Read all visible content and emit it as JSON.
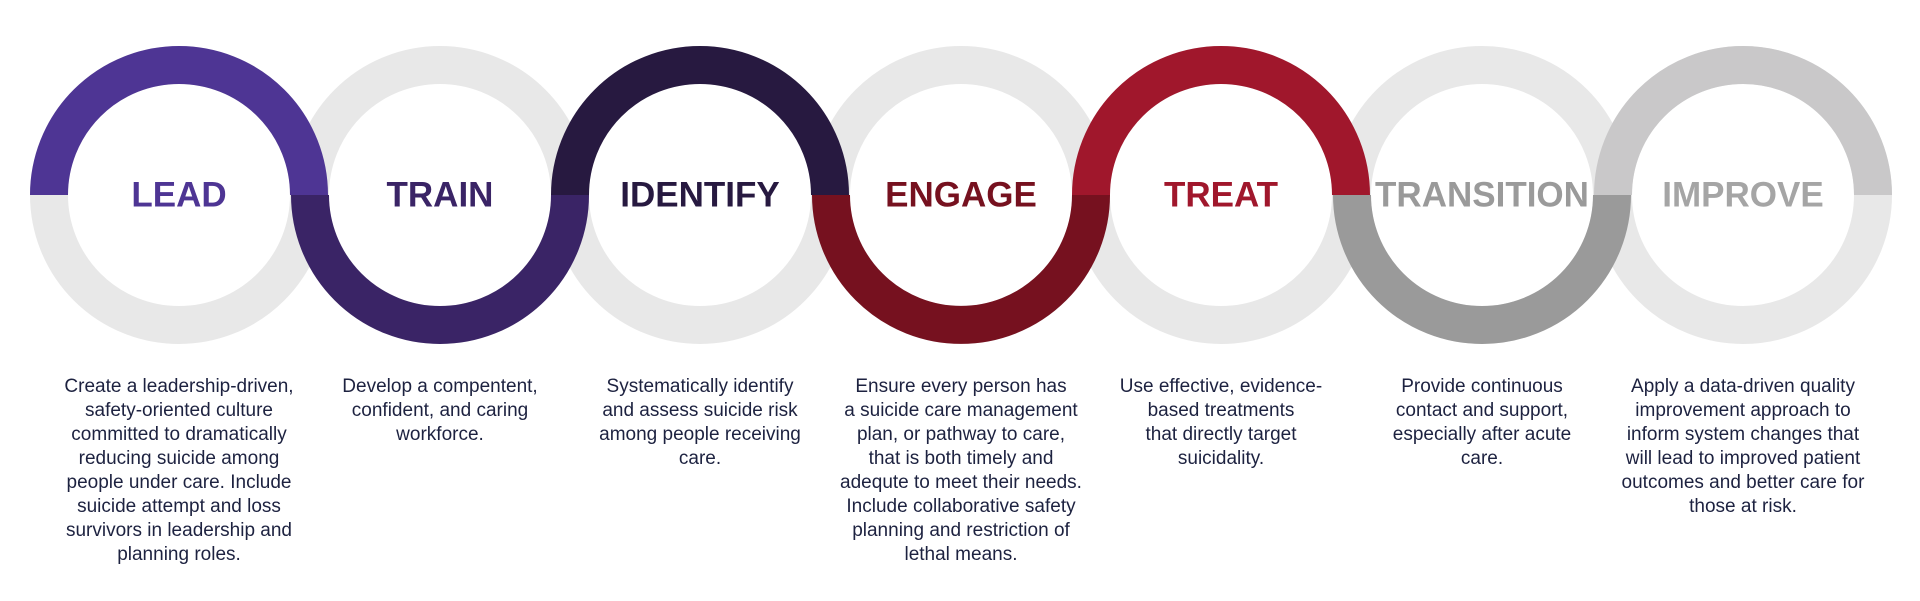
{
  "steps": [
    {
      "title": "LEAD",
      "color": "#4e3594",
      "description": "Create a leadership-driven,\nsafety-oriented culture\ncommitted to dramatically\nreducing suicide among\npeople under care. Include\nsuicide attempt and loss\nsurvivors in leadership and\nplanning roles."
    },
    {
      "title": "TRAIN",
      "color": "#3a2466",
      "description": "Develop a compentent,\nconfident, and caring\nworkforce."
    },
    {
      "title": "IDENTIFY",
      "color": "#271940",
      "description": "Systematically identify\nand assess suicide risk\namong people receiving\ncare."
    },
    {
      "title": "ENGAGE",
      "color": "#76111f",
      "description": "Ensure every person has\na suicide care management\nplan, or pathway to care,\nthat is both timely and\nadequte to meet their needs.\nInclude collaborative safety\nplanning and restriction of\nlethal means."
    },
    {
      "title": "TREAT",
      "color": "#a0172c",
      "description": "Use effective, evidence-\nbased treatments\nthat directly target\nsuicidality."
    },
    {
      "title": "TRANSITION",
      "color": "#9a9a9a",
      "description": "Provide continuous\ncontact and support,\nespecially after acute\ncare."
    },
    {
      "title": "IMPROVE",
      "color": "#a5a5a5",
      "ring_color": "#c9c8c9",
      "description": "Apply a data-driven quality\nimprovement approach to\ninform system changes that\nwill lead to improved patient\noutcomes and better care for\nthose at risk."
    }
  ],
  "inactive_ring_color": "#e8e8e8"
}
